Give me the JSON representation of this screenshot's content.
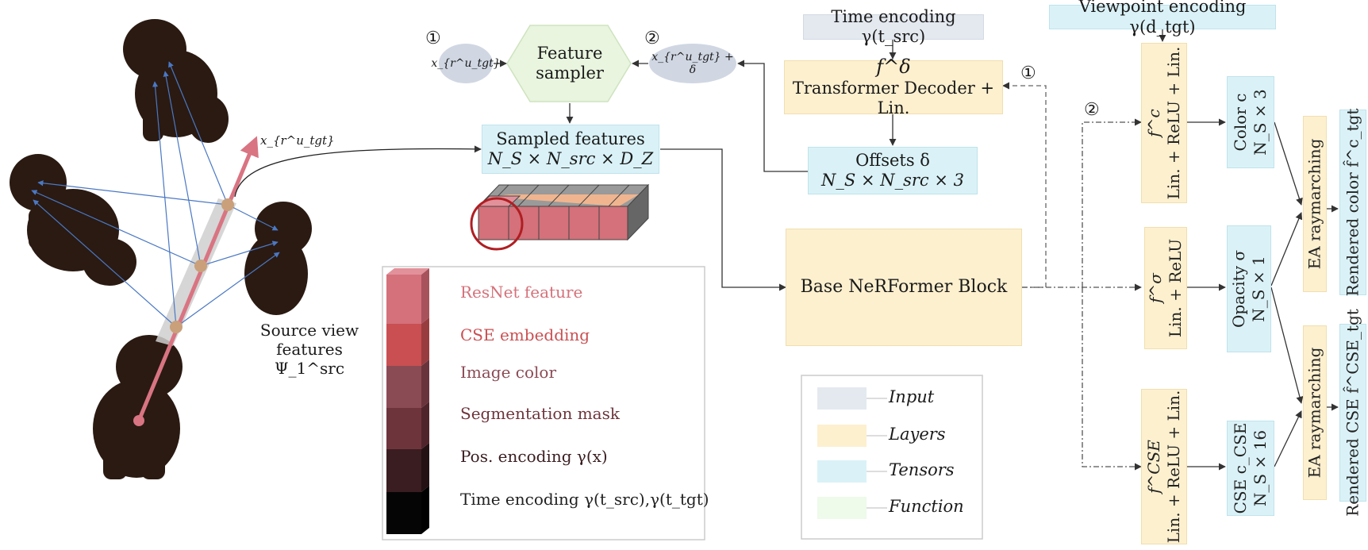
{
  "colors": {
    "tensor": "#daf2f7",
    "layer": "#fdf0cf",
    "input": "#e4e9f0",
    "function": "#eefaea",
    "resnet": "#d4717a",
    "cse": "#c94f52",
    "image_color": "#8b4b55",
    "seg_mask": "#6e343c",
    "pos_enc": "#3a1d20",
    "time_enc": "#050505",
    "ray": "#d97482",
    "sample_point": "#c9a07a",
    "projection": "#4a78c4"
  },
  "numbers": {
    "step1": "①",
    "step2": "②"
  },
  "ovals": {
    "left": "x_{r^u_tgt}",
    "right": "x_{r^u_tgt} + δ"
  },
  "feature_sampler": {
    "line1": "Feature",
    "line2": "sampler"
  },
  "sampled_features": {
    "title": "Sampled features",
    "dims": "N_S × N_src × D_Z"
  },
  "time_encoding_src": "Time encoding γ(t_src)",
  "f_delta": {
    "symbol": "f^δ",
    "desc": "Transformer Decoder + Lin."
  },
  "offsets": {
    "title": "Offsets δ",
    "dims": "N_S × N_src × 3"
  },
  "base_block": "Base NeRFormer Block",
  "viewpoint_encoding": "Viewpoint encoding γ(d_tgt)",
  "heads": {
    "color_layer": {
      "symbol": "f^c",
      "desc": "Lin. + ReLU + Lin."
    },
    "opacity_layer": {
      "symbol": "f^σ",
      "desc": "Lin. + ReLU"
    },
    "cse_layer": {
      "symbol": "f^CSE",
      "desc": "Lin. + ReLU + Lin."
    }
  },
  "outputs": {
    "color": {
      "title": "Color c",
      "dims": "N_S × 3"
    },
    "opacity": {
      "title": "Opacity σ",
      "dims": "N_S × 1"
    },
    "cse": {
      "title": "CSE c_CSE",
      "dims": "N_S × 16"
    }
  },
  "raymarching": {
    "top": "EA raymarching",
    "bottom": "EA raymarching"
  },
  "rendered": {
    "color": "Rendered color f̂^c_tgt",
    "cse": "Rendered CSE f̂^CSE_tgt"
  },
  "ray_label": "x_{r^u_tgt}",
  "source_view": {
    "line1": "Source view",
    "line2": "features Ψ_1^src"
  },
  "feature_legend": [
    "ResNet feature",
    "CSE embedding",
    "Image color",
    "Segmentation mask",
    "Pos. encoding γ(x)",
    "Time encoding γ(t_src),γ(t_tgt)"
  ],
  "type_legend": [
    "Input",
    "Layers",
    "Tensors",
    "Function"
  ]
}
